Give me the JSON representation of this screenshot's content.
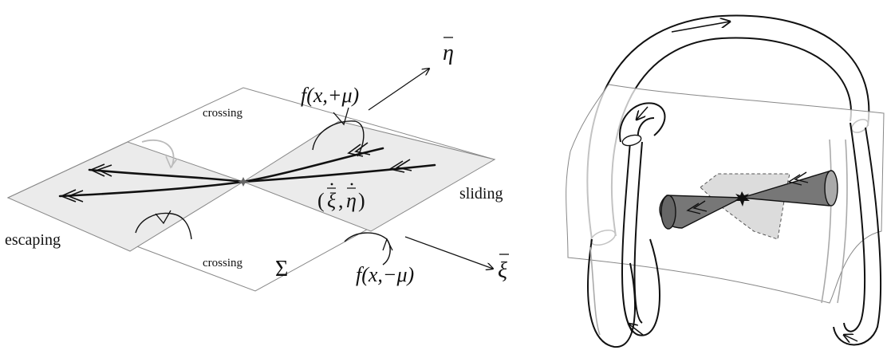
{
  "left_panel": {
    "labels": {
      "crossing_top": "crossing",
      "crossing_bottom": "crossing",
      "sliding": "sliding",
      "escaping": "escaping",
      "sigma": "Σ",
      "f_plus": "f(x,+μ)",
      "f_minus": "f(x,−μ)",
      "eta_axis": "η",
      "xi_axis": "ξ",
      "point_xi": "ξ",
      "point_eta": "η",
      "point_open": "(",
      "point_close": ")",
      "point_comma": ","
    }
  },
  "right_panel": {
    "description_icons": [
      "flow-arrow",
      "double-arrow",
      "singular-point"
    ]
  },
  "colors": {
    "ink": "#111111",
    "region_fill": "#ebebeb",
    "plane_stroke": "#888888",
    "light_curve": "#bbbbbb",
    "cone_fill": "#777777",
    "band_fill": "#cfcfcf"
  }
}
